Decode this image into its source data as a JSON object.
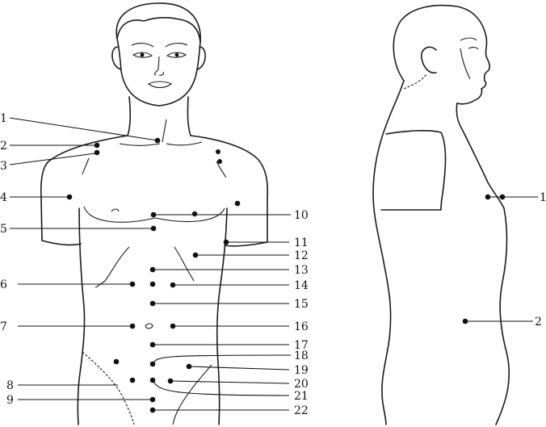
{
  "front_figure": {
    "labels": [
      "1",
      "2",
      "3",
      "4",
      "5",
      "6",
      "7",
      "8",
      "9",
      "10",
      "11",
      "12",
      "13",
      "14",
      "15",
      "16",
      "17",
      "18",
      "19",
      "20",
      "21",
      "22"
    ]
  },
  "side_figure": {
    "labels": [
      "1",
      "2"
    ]
  }
}
